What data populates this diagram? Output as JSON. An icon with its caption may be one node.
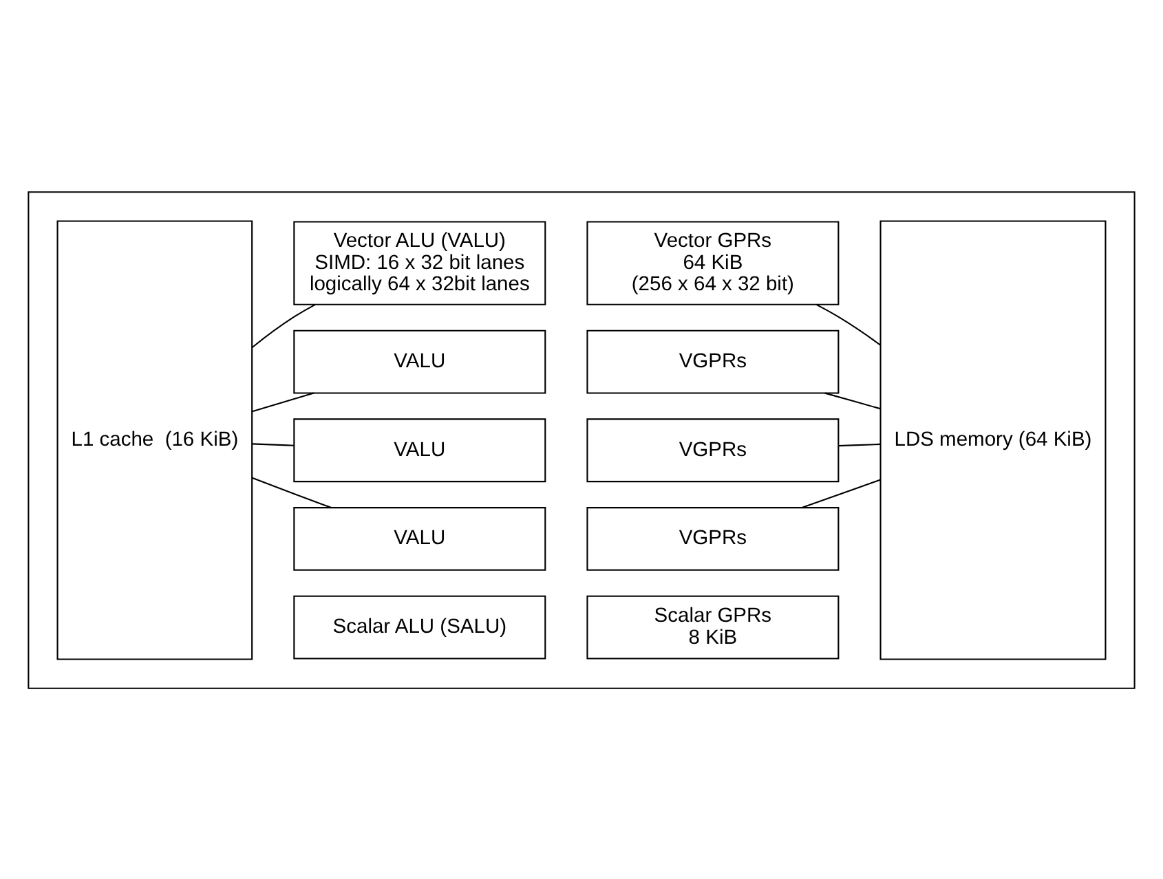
{
  "diagram": {
    "nodes": [
      {
        "text": [],
        "shape": "box"
      },
      {
        "text": [
          "L1 cache  (16 KiB)"
        ],
        "in": 0
      },
      {
        "text": [
          "Vector ALU (VALU)",
          "SIMD: 16 x 32 bit lanes",
          "logically 64 x 32bit lanes"
        ],
        "in": 0
      },
      {
        "text": [
          "Vector GPRs",
          "64 KiB",
          "(256 x 64 x 32 bit)"
        ],
        "in": 0
      },
      {
        "text": [
          "VALU"
        ],
        "in": 0
      },
      {
        "text": [
          "VGPRs"
        ],
        "in": 0
      },
      {
        "text": [
          "VALU"
        ],
        "in": 0
      },
      {
        "text": [
          "VGPRs"
        ],
        "in": 0
      },
      {
        "text": [
          "VALU"
        ],
        "in": 0
      },
      {
        "text": [
          "VGPRs"
        ],
        "in": 0
      },
      {
        "text": [
          "Scalar ALU (SALU)"
        ],
        "in": 0
      },
      {
        "text": [
          "Scalar GPRs",
          "8 KiB"
        ],
        "in": 0
      },
      {
        "text": [
          "LDS memory (64 KiB)"
        ],
        "in": 0
      }
    ],
    "edges": [
      {
        "from": 1,
        "to": 2,
        "arrow": "none"
      },
      {
        "from": 1,
        "to": 4,
        "arrow": "none"
      },
      {
        "from": 1,
        "to": 6,
        "arrow": "none"
      },
      {
        "from": 1,
        "to": 8,
        "arrow": "none"
      },
      {
        "from": 12,
        "to": 3,
        "arrow": "none"
      },
      {
        "from": 12,
        "to": 5,
        "arrow": "none"
      },
      {
        "from": 12,
        "to": 7,
        "arrow": "none"
      },
      {
        "from": 12,
        "to": 9,
        "arrow": "none"
      }
    ]
  }
}
